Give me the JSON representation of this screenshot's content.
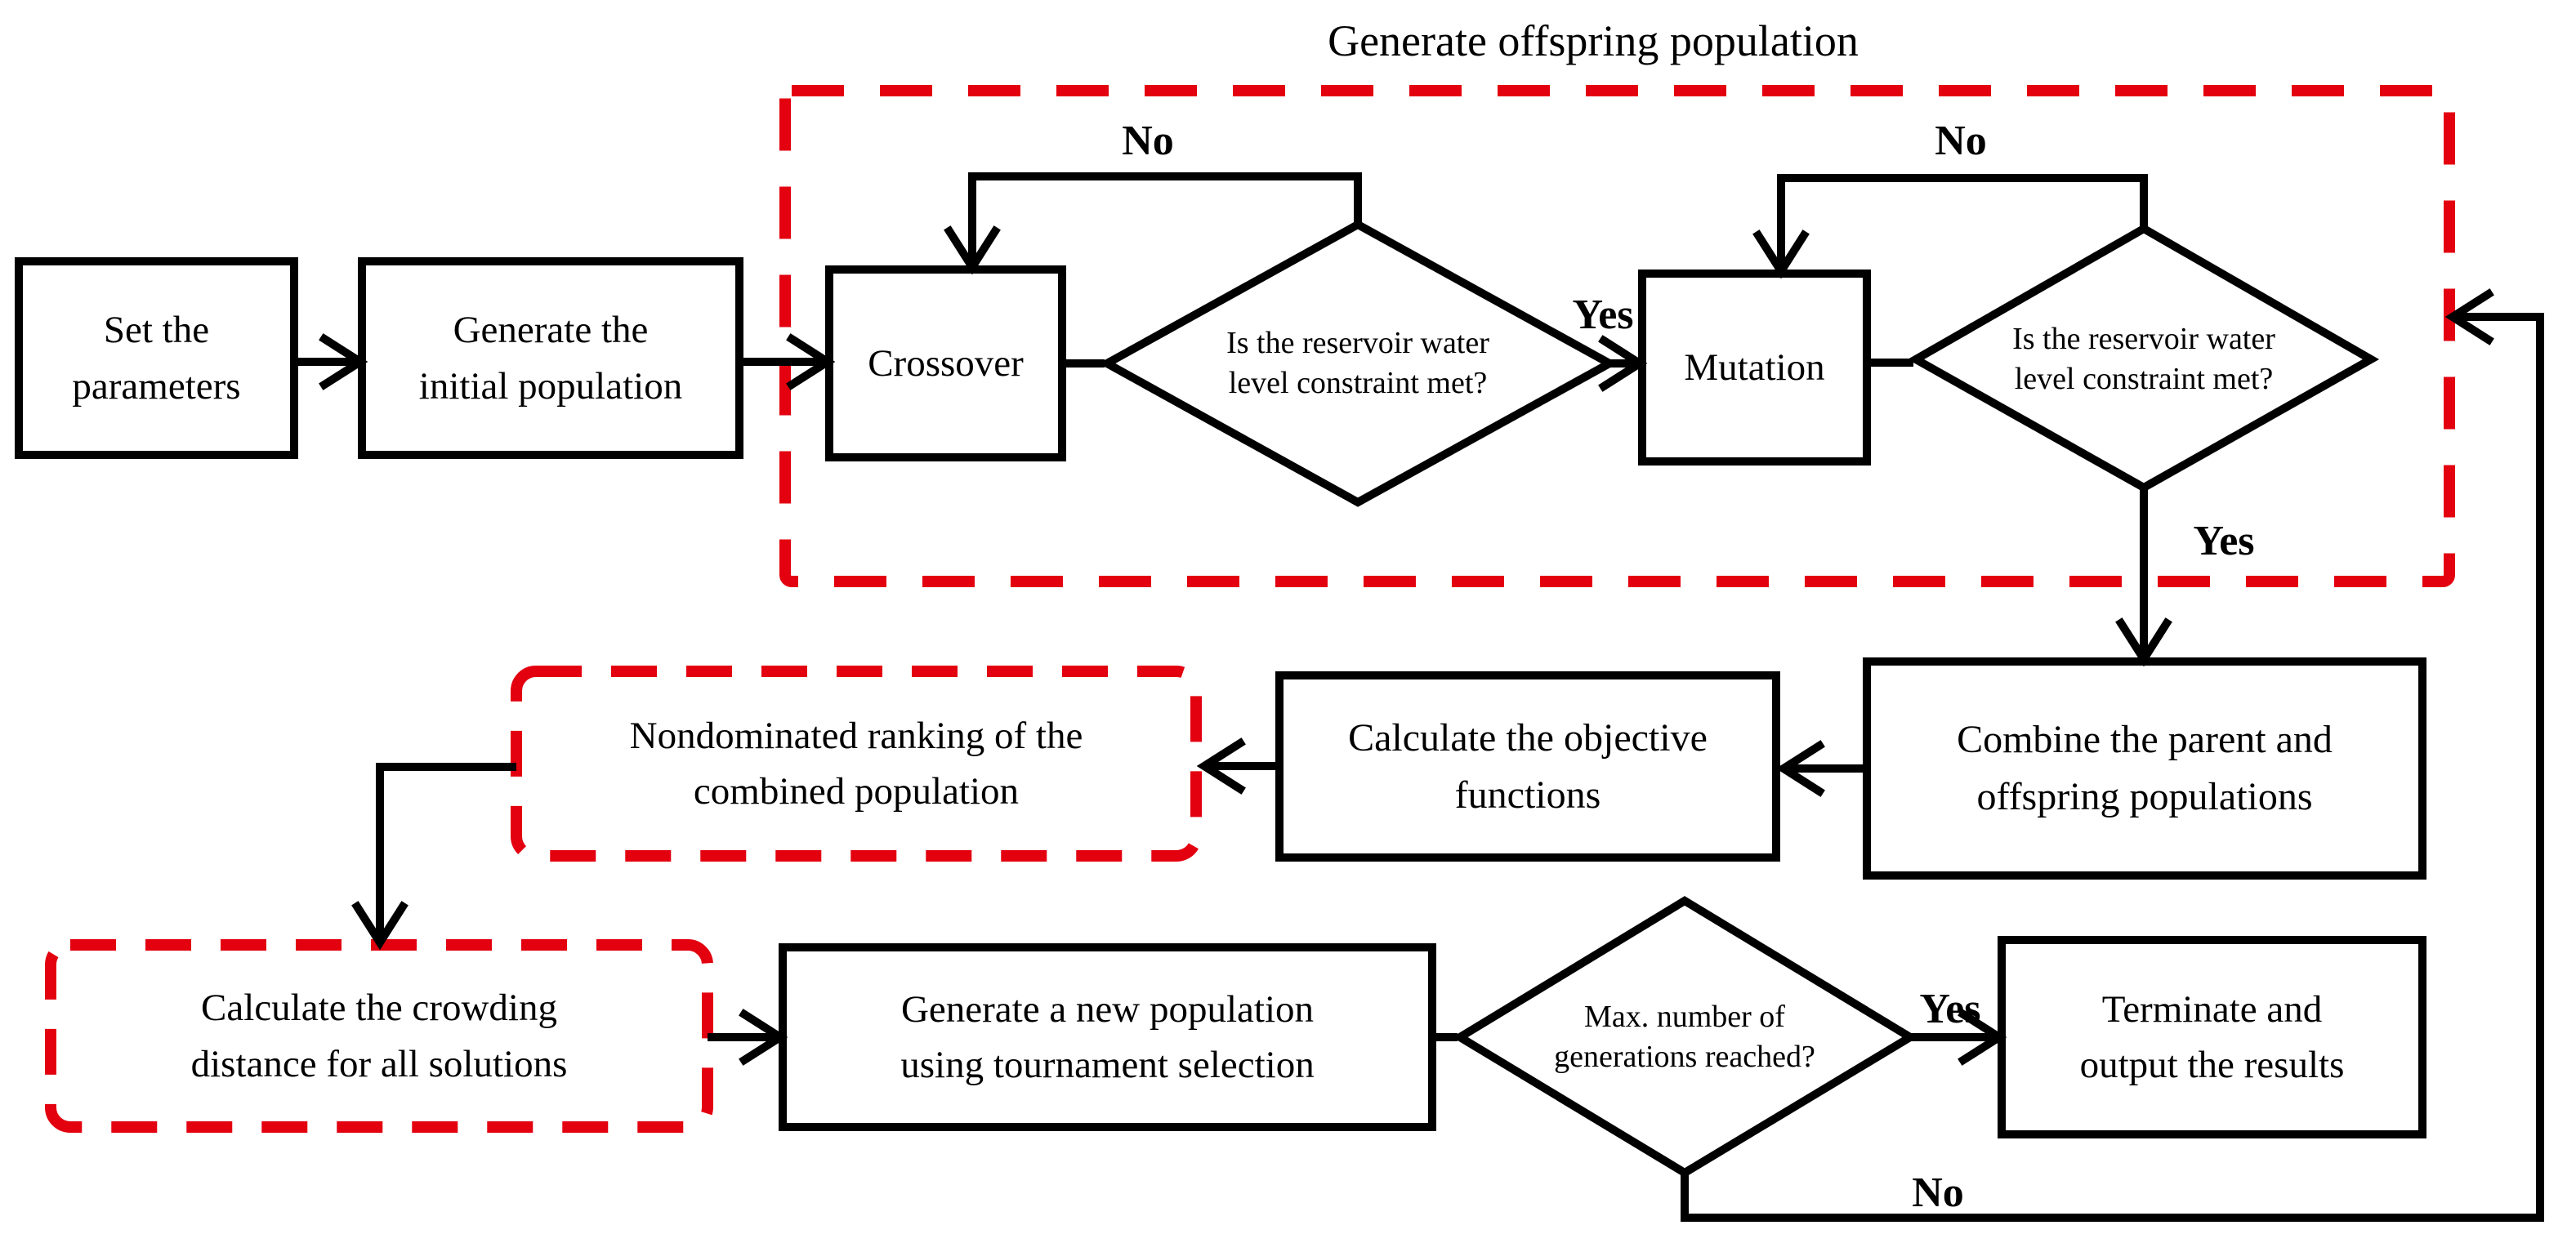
{
  "diagram": {
    "title": "Generate offspring population",
    "nodes": {
      "set_parameters": "Set the\nparameters",
      "generate_initial": "Generate the\ninitial population",
      "crossover": "Crossover",
      "reservoir_check_1": "Is the reservoir water\nlevel constraint met?",
      "mutation": "Mutation",
      "reservoir_check_2": "Is the reservoir water\nlevel constraint met?",
      "combine": "Combine the parent and\noffspring populations",
      "calculate_objectives": "Calculate the objective\nfunctions",
      "nondominated_ranking": "Nondominated ranking of the\ncombined population",
      "crowding_distance": "Calculate the crowding\ndistance for all solutions",
      "generate_new_population": "Generate a new population\nusing tournament selection",
      "max_generations_check": "Max. number of\ngenerations reached?",
      "terminate": "Terminate and\noutput the results"
    },
    "edge_labels": {
      "no_crossover_loop": "No",
      "yes_after_crossover": "Yes",
      "no_mutation_loop": "No",
      "yes_after_mutation": "Yes",
      "yes_terminate": "Yes",
      "no_restart_loop": "No"
    },
    "colors": {
      "line": "#000000",
      "dashed_box": "#e3000f",
      "background": "#ffffff"
    }
  }
}
